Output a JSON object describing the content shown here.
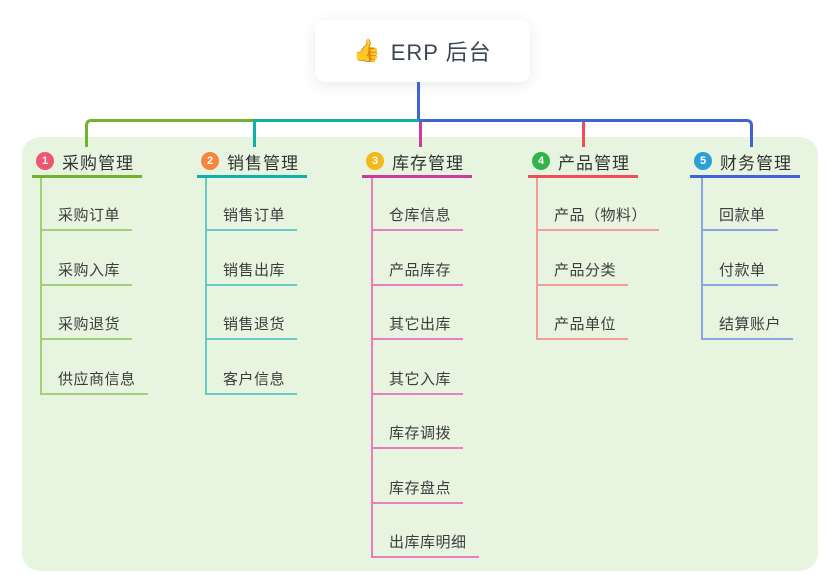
{
  "root": {
    "icon": "👍",
    "label": "ERP 后台"
  },
  "colors": {
    "panel_bg": "#e6f4e0",
    "root_connector": "#4363d8"
  },
  "branches": [
    {
      "num": "1",
      "label": "采购管理",
      "color": "#72b32d",
      "child_color": "#a3cf78",
      "badge_color": "#f2566f",
      "children": [
        "采购订单",
        "采购入库",
        "采购退货",
        "供应商信息"
      ]
    },
    {
      "num": "2",
      "label": "销售管理",
      "color": "#10afa8",
      "child_color": "#6ac9c1",
      "badge_color": "#f68540",
      "children": [
        "销售订单",
        "销售出库",
        "销售退货",
        "客户信息"
      ]
    },
    {
      "num": "3",
      "label": "库存管理",
      "color": "#cc3c9c",
      "child_color": "#e97fc0",
      "badge_color": "#f5b719",
      "children": [
        "仓库信息",
        "产品库存",
        "其它出库",
        "其它入库",
        "库存调拨",
        "库存盘点",
        "出库库明细"
      ]
    },
    {
      "num": "4",
      "label": "产品管理",
      "color": "#f04e57",
      "child_color": "#f59d99",
      "badge_color": "#33b34a",
      "children": [
        "产品（物料）",
        "产品分类",
        "产品单位"
      ]
    },
    {
      "num": "5",
      "label": "财务管理",
      "color": "#3f63d4",
      "child_color": "#8ca4e2",
      "badge_color": "#2c9ed9",
      "children": [
        "回款单",
        "付款单",
        "结算账户"
      ]
    }
  ]
}
